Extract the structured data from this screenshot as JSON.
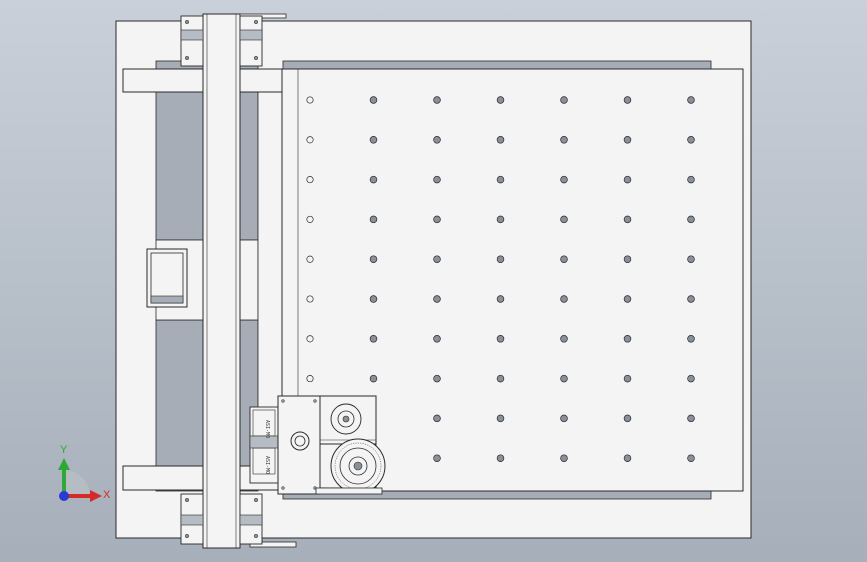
{
  "viewport": {
    "background_top": "#c9d0d9",
    "background_bottom": "#a6afba"
  },
  "part_colors": {
    "face": "#f4f4f4",
    "shadow": "#a6adb6",
    "edge": "#2a2a2a",
    "hole": "#8a9097"
  },
  "triad": {
    "y_label": "Y",
    "x_label": "X",
    "y_color": "#2ea836",
    "x_color": "#d42a2a",
    "z_color": "#2a3ad4"
  },
  "motor_labels": {
    "upper": "ASI-MO",
    "lower": "ASI-MO"
  },
  "hole_grid": {
    "rows": 10,
    "cols": 7
  }
}
